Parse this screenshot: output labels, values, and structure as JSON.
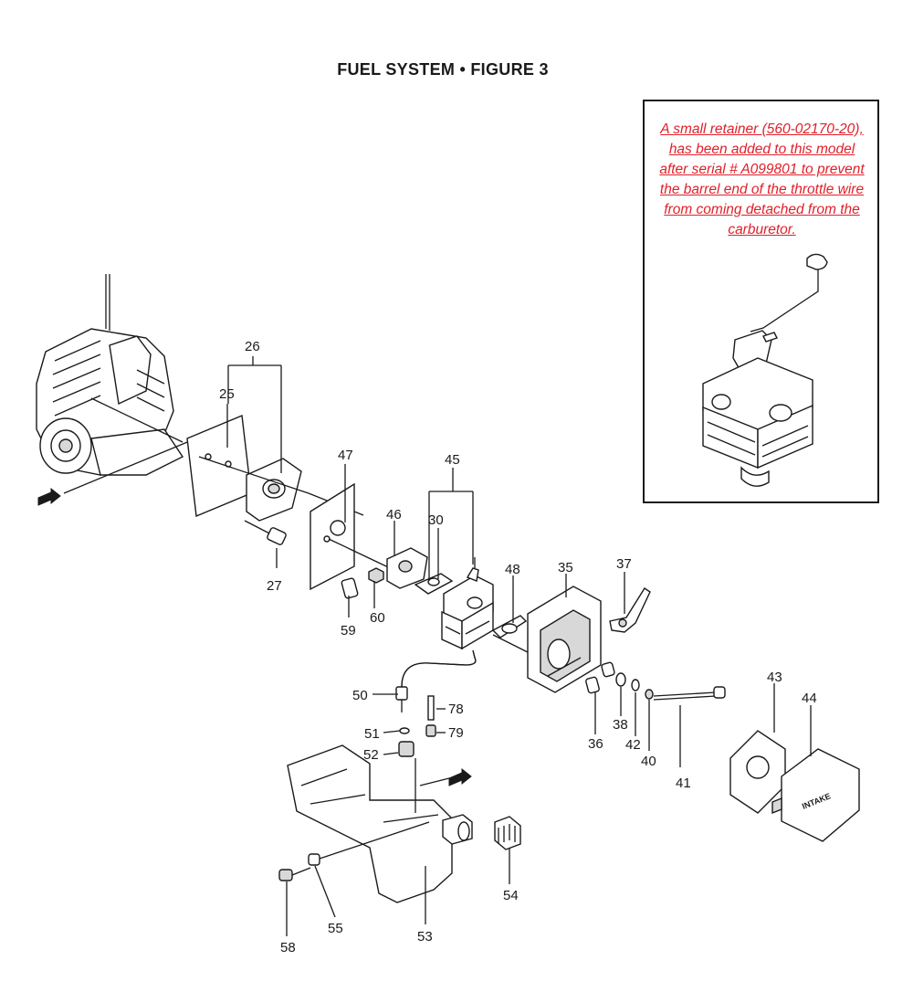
{
  "title": "FUEL SYSTEM  •  FIGURE 3",
  "note": "A small retainer (560-02170-20), has been added to this model after serial # A099801 to prevent the barrel end of the throttle wire from coming detached from the carburetor.",
  "colors": {
    "note_text": "#e0202a",
    "line_art": "#1a1a1a"
  },
  "callouts": {
    "c25": "25",
    "c26": "26",
    "c27": "27",
    "c30": "30",
    "c35": "35",
    "c36": "36",
    "c37": "37",
    "c38": "38",
    "c40": "40",
    "c41": "41",
    "c42": "42",
    "c43": "43",
    "c44": "44",
    "c45": "45",
    "c46": "46",
    "c47": "47",
    "c48": "48",
    "c50": "50",
    "c51": "51",
    "c52": "52",
    "c53": "53",
    "c54": "54",
    "c55": "55",
    "c58": "58",
    "c59": "59",
    "c60": "60",
    "c78": "78",
    "c79": "79"
  },
  "intake_label": "INTAKE"
}
